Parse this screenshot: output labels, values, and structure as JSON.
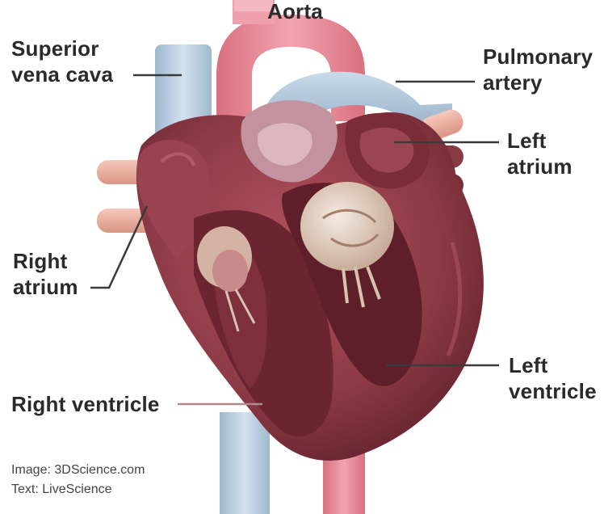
{
  "labels": {
    "aorta": "Aorta",
    "superior_vena_cava": [
      "Superior",
      "vena cava"
    ],
    "pulmonary_artery": [
      "Pulmonary",
      "artery"
    ],
    "left_atrium": [
      "Left",
      "atrium"
    ],
    "right_atrium": [
      "Right",
      "atrium"
    ],
    "left_ventricle": [
      "Left",
      "ventricle"
    ],
    "right_ventricle": "Right ventricle"
  },
  "credits": {
    "image": "Image: 3DScience.com",
    "text": "Text: LiveScience"
  },
  "colors": {
    "heart_muscle": "#8c3a45",
    "heart_dark": "#5e1f2a",
    "aorta": "#e88a98",
    "vena_cava": "#b9cfe0",
    "pulmonary": "#a9c2d8",
    "valve": "#e8d6c8",
    "vessel_stub": "#f0b7a8"
  }
}
